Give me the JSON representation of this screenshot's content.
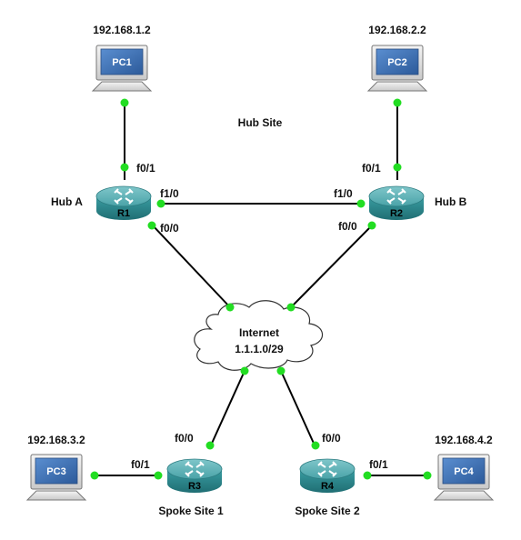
{
  "title": "Hub Site",
  "internet": {
    "name": "Internet",
    "subnet": "1.1.1.0/29"
  },
  "pcs": {
    "pc1": {
      "name": "PC1",
      "ip": "192.168.1.2"
    },
    "pc2": {
      "name": "PC2",
      "ip": "192.168.2.2"
    },
    "pc3": {
      "name": "PC3",
      "ip": "192.168.3.2"
    },
    "pc4": {
      "name": "PC4",
      "ip": "192.168.4.2"
    }
  },
  "routers": {
    "r1": {
      "name": "R1",
      "label": "Hub A"
    },
    "r2": {
      "name": "R2",
      "label": "Hub B"
    },
    "r3": {
      "name": "R3",
      "label": "Spoke Site 1"
    },
    "r4": {
      "name": "R4",
      "label": "Spoke Site 2"
    }
  },
  "ports": {
    "r1_pc": "f0/1",
    "r1_hub": "f1/0",
    "r1_wan": "f0/0",
    "r2_pc": "f0/1",
    "r2_hub": "f1/0",
    "r2_wan": "f0/0",
    "r3_wan": "f0/0",
    "r3_pc": "f0/1",
    "r4_wan": "f0/0",
    "r4_pc": "f0/1"
  },
  "colors": {
    "router_body": "#2f8a8f",
    "router_top": "#5fb3b8",
    "link_dot": "#22dd22",
    "pc_screen": "#3d6fb5",
    "cloud_fill": "#ffffff",
    "link_line": "#000000"
  }
}
